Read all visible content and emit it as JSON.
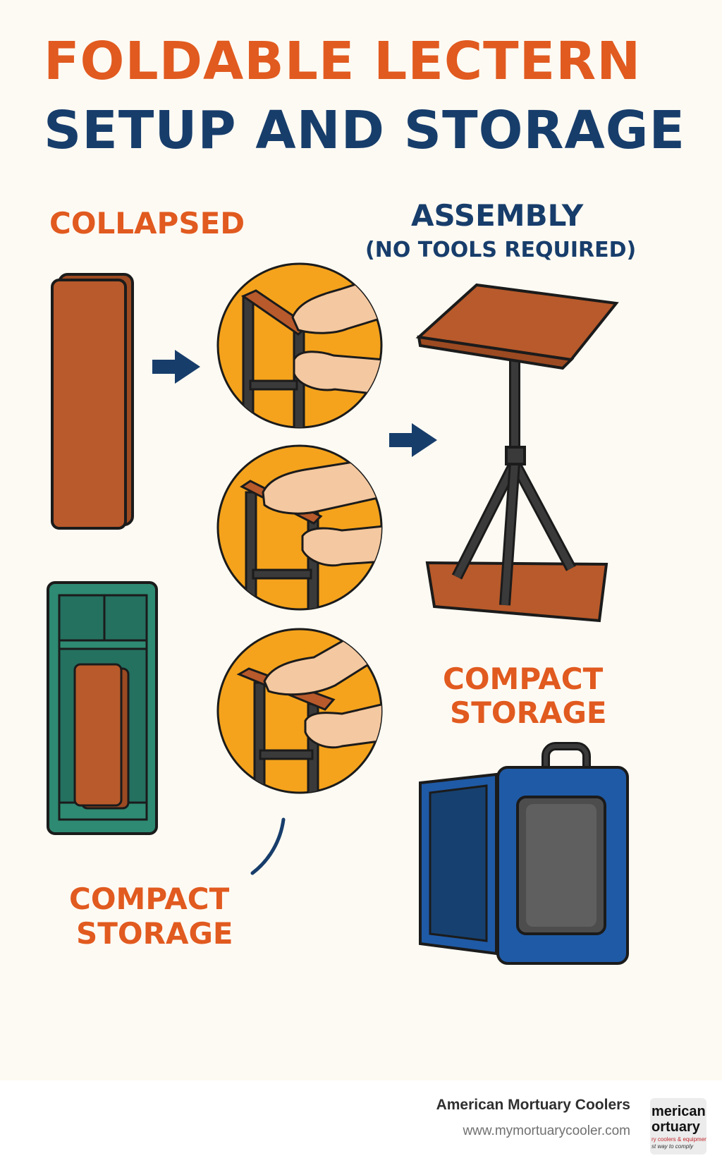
{
  "title": {
    "line1": "FOLDABLE LECTERN",
    "line2": "SETUP AND STORAGE"
  },
  "labels": {
    "collapsed": "COLLAPSED",
    "assembly": "ASSEMBLY",
    "assembly_note": "(NO TOOLS REQUIRED)",
    "compact_storage_right_1": "COMPACT",
    "compact_storage_right_2": "STORAGE",
    "compact_storage_left_1": "COMPACT",
    "compact_storage_left_2": "STORAGE"
  },
  "footer": {
    "company": "American Mortuary Coolers",
    "url": "www.mymortuarycooler.com",
    "logo_line1": "merican",
    "logo_line2": "ortuary",
    "logo_line3": "ry coolers & equipment",
    "logo_line4": "st way to comply"
  },
  "colors": {
    "accent_orange": "#e15a1f",
    "accent_navy": "#173d6b",
    "wood": "#b85a2b",
    "circle": "#f5a31c",
    "cabinet": "#2e8a72",
    "case": "#1f5aa6"
  },
  "icons": [
    "arrow-right-icon",
    "hand-icon",
    "lectern-icon",
    "cabinet-icon",
    "carrying-case-icon"
  ]
}
